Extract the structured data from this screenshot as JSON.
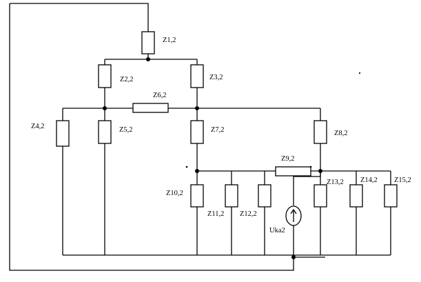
{
  "diagram": {
    "labels": {
      "z1": "Z1,2",
      "z2": "Z2,2",
      "z3": "Z3,2",
      "z4": "Z4,2",
      "z5": "Z5,2",
      "z6": "Z6,2",
      "z7": "Z7,2",
      "z8": "Z8,2",
      "z9": "Z9,2",
      "z10": "Z10,2",
      "z11": "Z11,2",
      "z12": "Z12,2",
      "z13": "Z13,2",
      "z14": "Z14,2",
      "z15": "Z15,2",
      "source": "Uka2"
    },
    "colors": {
      "line": "#000000",
      "background": "#ffffff"
    }
  }
}
